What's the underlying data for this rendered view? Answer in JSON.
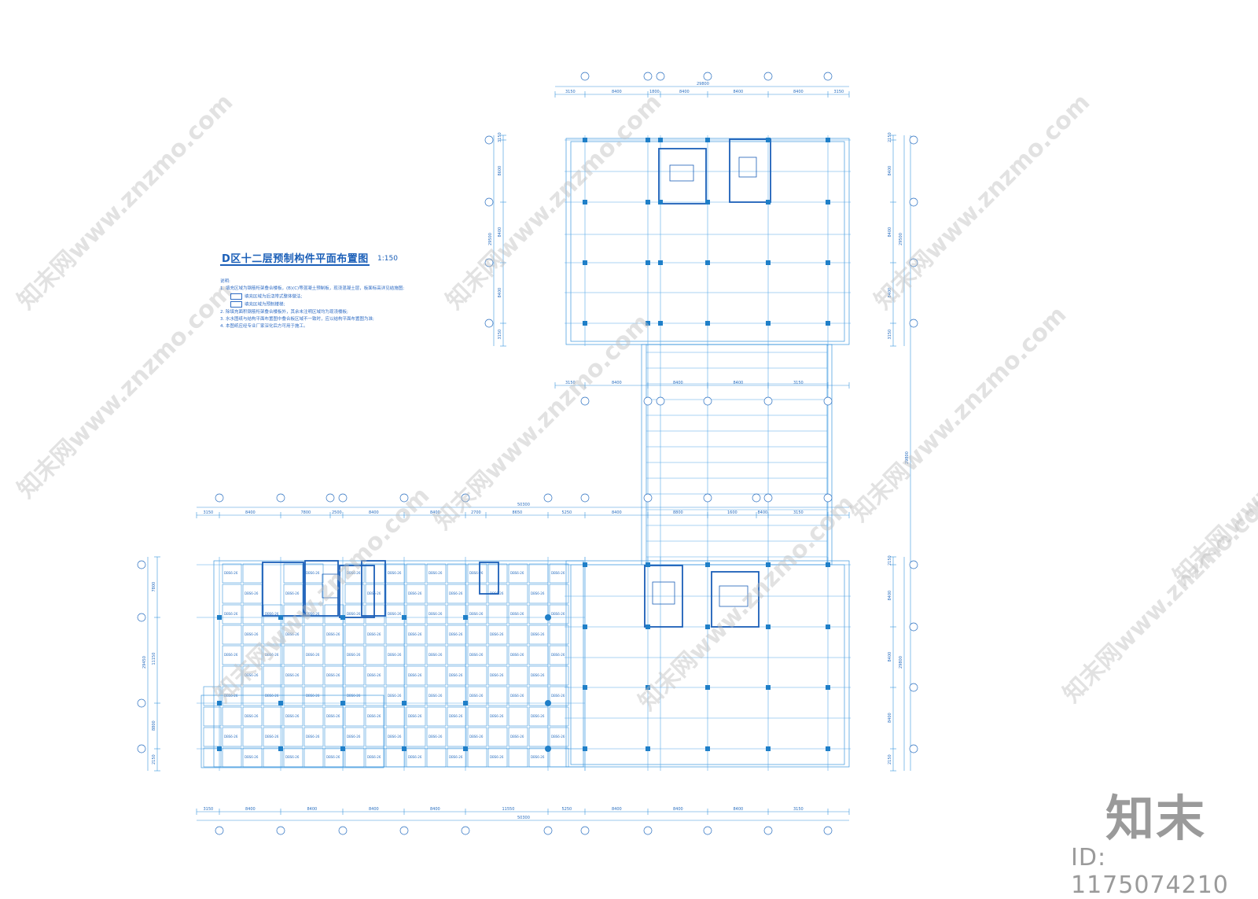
{
  "drawing": {
    "title": "D区十二层预制构件平面布置图",
    "scale": "1:150",
    "notes_heading": "说明:",
    "notes": [
      "1. 填充区域为钢筋桁架叠合楼板，(B)(C)等混凝土预制板，现浇混凝土层，板面标高详见结施图;",
      "填充区域为后浇带式整体做法;",
      "填充区域为预制楼梯;",
      "2. 除填充面积钢筋桁架叠合楼板外，其余未注明区域均为现浇楼板;",
      "3. 水水图纸与结构平面布置图中叠合板区域不一致时，应以结构平面布置图为准;",
      "4. 本图纸应经专业厂家深化后方可用于施工。"
    ],
    "dims_top_upper": [
      "3150",
      "8400",
      "1800",
      "8400",
      "8400",
      "8400",
      "3150"
    ],
    "dims_total_upper": "29800",
    "dims_mid_upper": [
      "3150",
      "8400",
      "8400",
      "8400",
      "3150"
    ],
    "dims_top_lower": [
      "3150",
      "8400",
      "7800",
      "2500",
      "8400",
      "8400",
      "2700",
      "8650",
      "5250",
      "8400",
      "8800",
      "1600",
      "8400",
      "3150"
    ],
    "dims_total_lower": "50300",
    "dims_bottom_lower": [
      "3150",
      "8400",
      "8400",
      "8400",
      "8400",
      "11550",
      "5250",
      "8400",
      "8400",
      "8400",
      "3150"
    ],
    "dims_total_bottom": "50300",
    "dims_right_upper": [
      "2150",
      "8400",
      "8400",
      "8400",
      "3150"
    ],
    "dims_right_upper_total": "29500",
    "dims_left_upper": [
      "3150",
      "8600",
      "8400",
      "8400",
      "3150"
    ],
    "dims_left_upper_total": "29500",
    "dims_right_lower": [
      "2150",
      "8400",
      "8400",
      "8400",
      "2150"
    ],
    "dims_right_lower_total": "29800",
    "dims_left_lower": [
      "7800",
      "11150",
      "8800",
      "2150"
    ],
    "dims_left_lower_total": "29450",
    "dims_right_middle_total": "29800",
    "panel_label": "DBS6-26",
    "grid_bubble": "1",
    "colors": {
      "line": "#2a8ad8",
      "dark": "#1b5fb8",
      "column": "#1f7fc8",
      "brand_gray": "#9a9a9a"
    }
  },
  "brand": {
    "name": "知末",
    "id": "ID: 1175074210"
  },
  "watermark": "知末网www.znzmo.com"
}
